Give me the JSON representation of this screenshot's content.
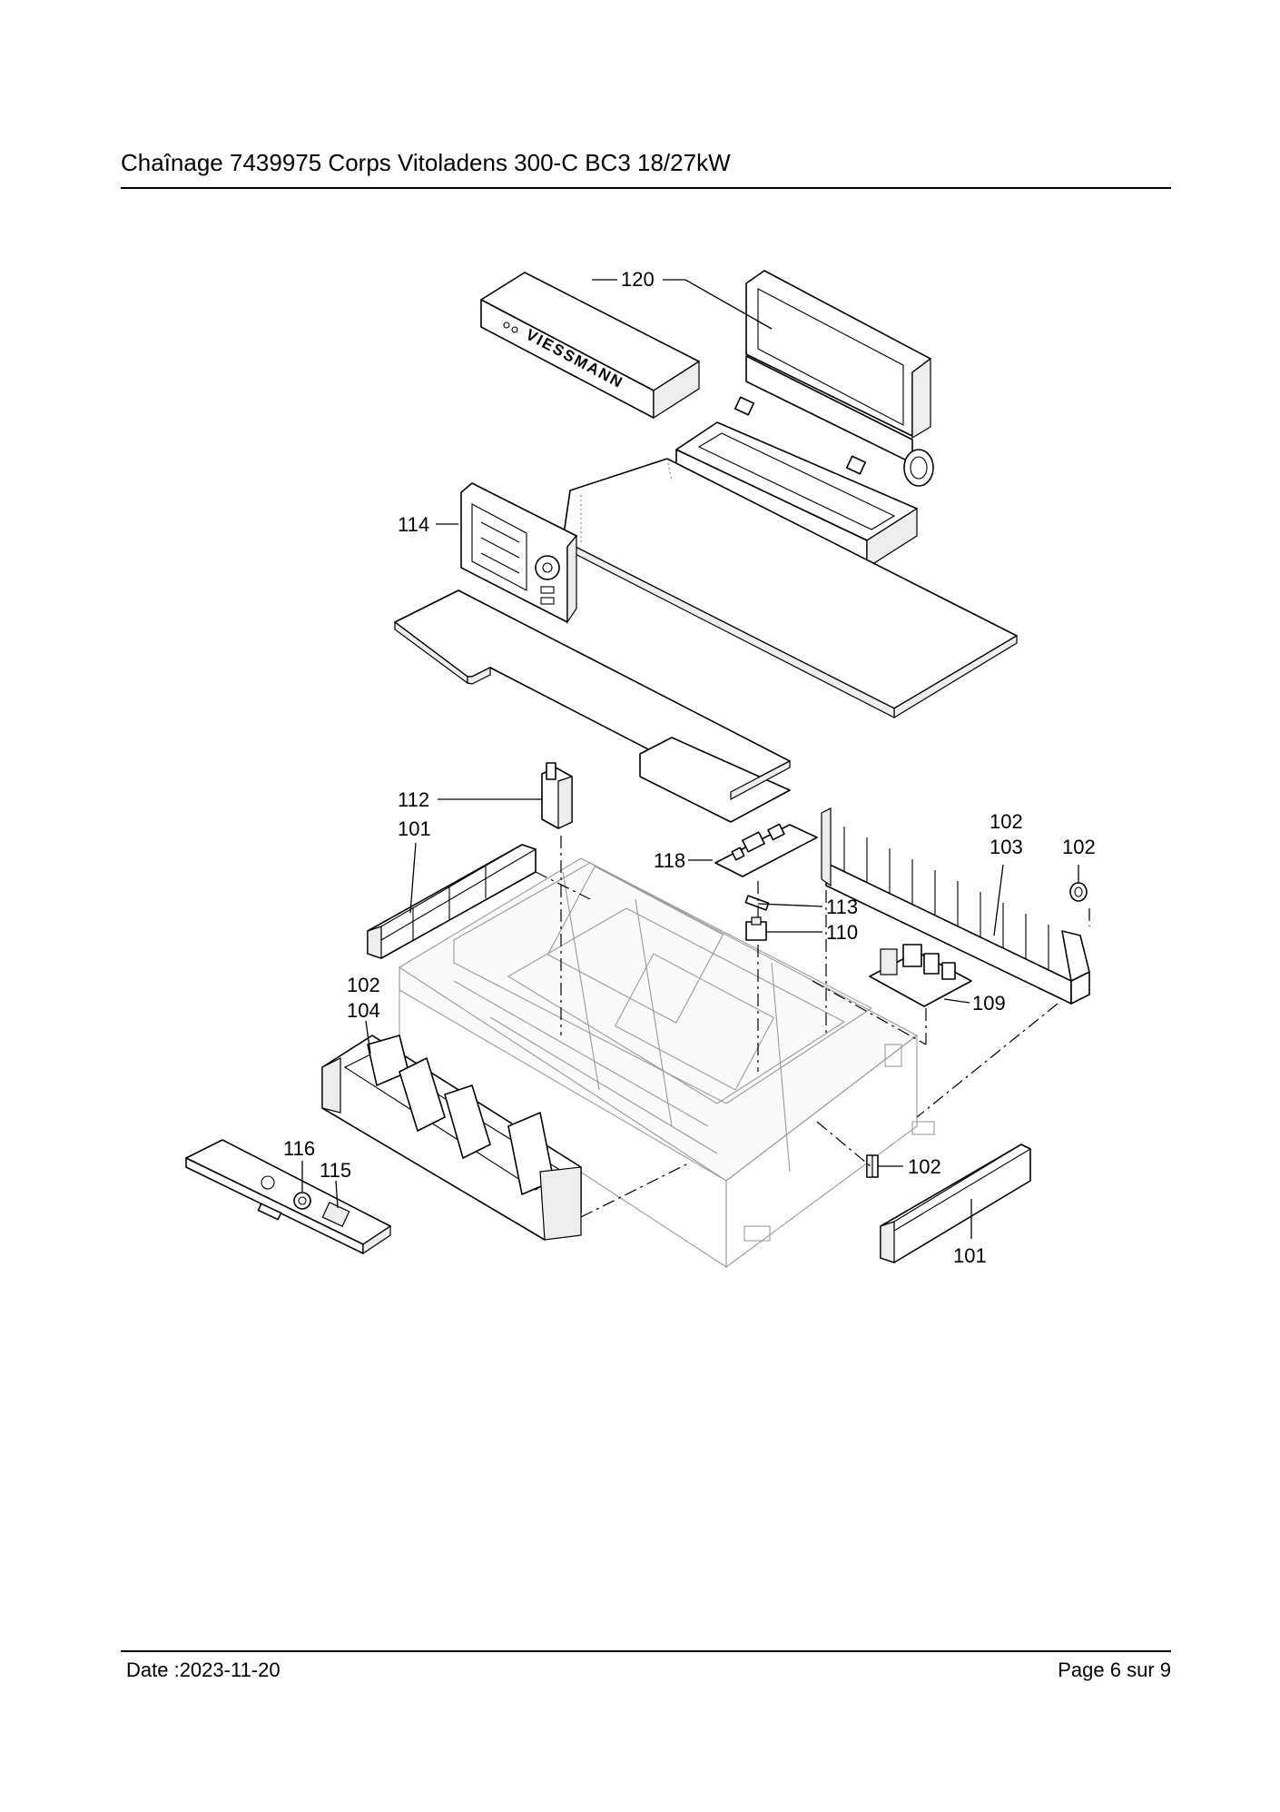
{
  "header": {
    "title": "Chaînage 7439975 Corps Vitoladens 300-C BC3 18/27kW"
  },
  "footer": {
    "date": "Date :2023-11-20",
    "page": "Page 6 sur  9"
  },
  "logo": {
    "text": "VIESSMANN"
  },
  "callouts": {
    "c120": "120",
    "c114": "114",
    "c112": "112",
    "c101a": "101",
    "c118": "118",
    "c102a": "102",
    "c103": "103",
    "c102b": "102",
    "c113": "113",
    "c110": "110",
    "c109": "109",
    "c102c": "102",
    "c104": "104",
    "c116": "116",
    "c115": "115",
    "c102d": "102",
    "c101b": "101"
  }
}
